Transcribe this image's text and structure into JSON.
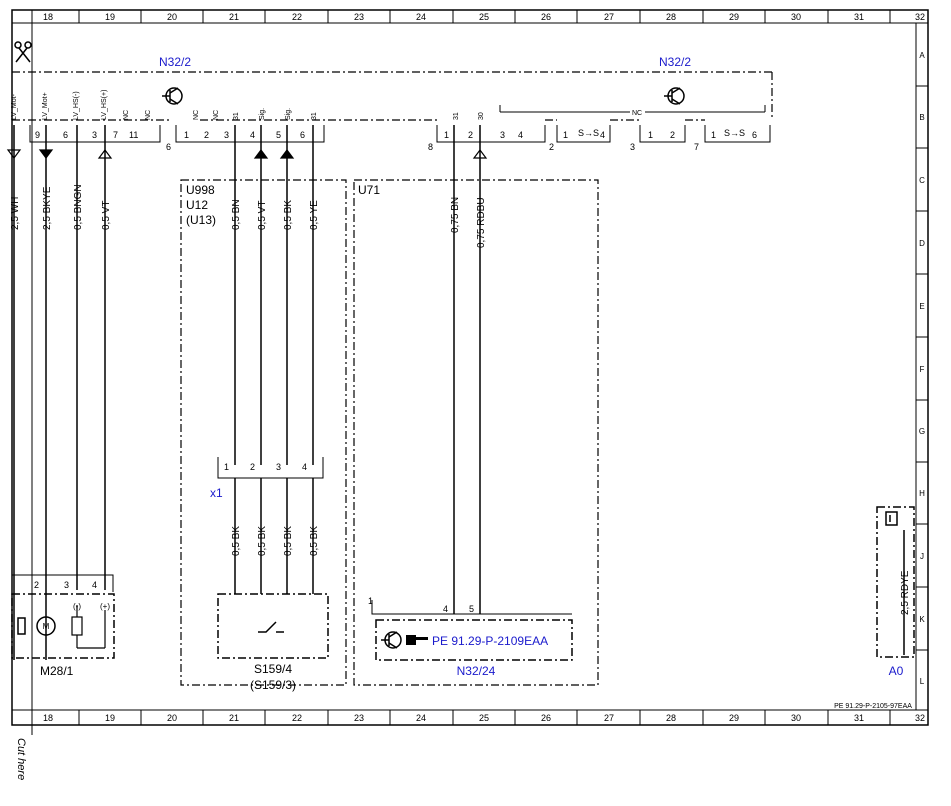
{
  "ruler": {
    "columns": [
      "18",
      "19",
      "20",
      "21",
      "22",
      "23",
      "24",
      "25",
      "26",
      "27",
      "28",
      "29",
      "30",
      "31",
      "32"
    ],
    "rows": [
      "A",
      "B",
      "C",
      "D",
      "E",
      "F",
      "G",
      "H",
      "J",
      "K",
      "L"
    ]
  },
  "component_labels": {
    "n32_2_left": "N32/2",
    "n32_2_right": "N32/2",
    "u998": "U998",
    "u12": "U12",
    "u13": "(U13)",
    "u71": "U71",
    "x1": "x1",
    "m28_1": "M28/1",
    "s159_4": "S159/4",
    "s159_3": "(S159/3)",
    "n32_24": "N32/24",
    "a0": "A0",
    "pe_ref": "PE 91.29-P-2109EAA",
    "doc_ref": "PE 91.29-P-2105-97EAA",
    "cut_here": "Cut here"
  },
  "pin_names": [
    "LV_Mot-",
    "LV_Mot+",
    "LV_HS(-)",
    "LV_HS(+)",
    "NC",
    "NC",
    "NC",
    "NC",
    "31",
    "Sig.",
    "Sig.",
    "31",
    "31",
    "30",
    "NC"
  ],
  "connector_groups": [
    "9",
    "6",
    "3",
    "7",
    "11",
    "6",
    "1",
    "2",
    "3",
    "4",
    "5",
    "6",
    "8",
    "1",
    "2",
    "3",
    "4",
    "2",
    "1",
    "4",
    "3",
    "1",
    "2",
    "7",
    "1",
    "6"
  ],
  "wires": [
    {
      "name": "wire-2-5-wh",
      "label": "2,5 WH"
    },
    {
      "name": "wire-2-5-bkye",
      "label": "2,5 BKYE"
    },
    {
      "name": "wire-0-5-bngn",
      "label": "0,5 BNGN"
    },
    {
      "name": "wire-0-5-vt-left",
      "label": "0,5 VT"
    },
    {
      "name": "wire-0-5-bn",
      "label": "0,5 BN"
    },
    {
      "name": "wire-0-5-vt",
      "label": "0,5 VT"
    },
    {
      "name": "wire-0-5-bk-upper",
      "label": "0,5 BK"
    },
    {
      "name": "wire-0-5-ye",
      "label": "0,5 YE"
    },
    {
      "name": "wire-0-75-bn",
      "label": "0,75 BN"
    },
    {
      "name": "wire-0-75-rdbu",
      "label": "0,75 RDBU"
    },
    {
      "name": "wire-0-5-bk-1",
      "label": "0,5 BK"
    },
    {
      "name": "wire-0-5-bk-2",
      "label": "0,5 BK"
    },
    {
      "name": "wire-0-5-bk-3",
      "label": "0,5 BK"
    },
    {
      "name": "wire-0-5-bk-4",
      "label": "0,5 BK"
    },
    {
      "name": "wire-2-5-rdye",
      "label": "2,5 RDYE"
    }
  ],
  "x1_pins": [
    "1",
    "2",
    "3",
    "4"
  ],
  "m28_pins": [
    "2",
    "3",
    "4"
  ],
  "m28_symbols": [
    "(-)",
    "(+)",
    "M"
  ],
  "n32_24_pins": [
    "1",
    "4",
    "5"
  ],
  "colors": {
    "line": "#000000",
    "label_blue": "#1a1acc"
  }
}
